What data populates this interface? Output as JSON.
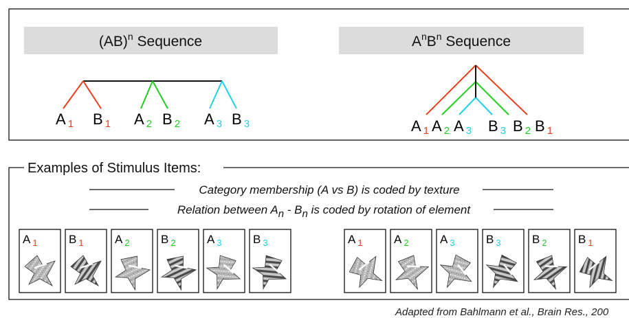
{
  "colors": {
    "red": "#e8401c",
    "green": "#22cc22",
    "cyan": "#22d0e8",
    "black": "#111111",
    "header_bg": "#dcdcdc"
  },
  "top_panel": {
    "left": {
      "title_main": "(AB)",
      "title_sup": "n",
      "title_rest": " Sequence",
      "leaves": [
        {
          "letter": "A",
          "sub": "1",
          "color": "red"
        },
        {
          "letter": "B",
          "sub": "1",
          "color": "red"
        },
        {
          "letter": "A",
          "sub": "2",
          "color": "green"
        },
        {
          "letter": "B",
          "sub": "2",
          "color": "green"
        },
        {
          "letter": "A",
          "sub": "3",
          "color": "cyan"
        },
        {
          "letter": "B",
          "sub": "3",
          "color": "cyan"
        }
      ]
    },
    "right": {
      "title_a": "A",
      "title_sup1": "n",
      "title_b": "B",
      "title_sup2": "n",
      "title_rest": " Sequence",
      "leaves": [
        {
          "letter": "A",
          "sub": "1",
          "color": "red"
        },
        {
          "letter": "A",
          "sub": "2",
          "color": "green"
        },
        {
          "letter": "A",
          "sub": "3",
          "color": "cyan"
        },
        {
          "letter": "B",
          "sub": "3",
          "color": "cyan"
        },
        {
          "letter": "B",
          "sub": "2",
          "color": "green"
        },
        {
          "letter": "B",
          "sub": "1",
          "color": "red"
        }
      ]
    }
  },
  "bottom_panel": {
    "title": "Examples of Stimulus Items:",
    "line1": "Category membership (A vs B) is coded by texture",
    "line2_pre": "Relation between A",
    "line2_sub1": "n",
    "line2_mid": " - B",
    "line2_sub2": "n",
    "line2_post": " is coded by rotation of element",
    "cards_left": [
      {
        "letter": "A",
        "sub": "1",
        "color": "red",
        "texture": "dotted",
        "rotation": 0
      },
      {
        "letter": "B",
        "sub": "1",
        "color": "red",
        "texture": "striped",
        "rotation": 0
      },
      {
        "letter": "A",
        "sub": "2",
        "color": "green",
        "texture": "dotted",
        "rotation": 30
      },
      {
        "letter": "B",
        "sub": "2",
        "color": "green",
        "texture": "striped",
        "rotation": 30
      },
      {
        "letter": "A",
        "sub": "3",
        "color": "cyan",
        "texture": "dotted",
        "rotation": 60
      },
      {
        "letter": "B",
        "sub": "3",
        "color": "cyan",
        "texture": "striped",
        "rotation": 60
      }
    ],
    "cards_right": [
      {
        "letter": "A",
        "sub": "1",
        "color": "red",
        "texture": "dotted",
        "rotation": -20
      },
      {
        "letter": "A",
        "sub": "2",
        "color": "green",
        "texture": "dotted",
        "rotation": 20
      },
      {
        "letter": "A",
        "sub": "3",
        "color": "cyan",
        "texture": "dotted",
        "rotation": 70
      },
      {
        "letter": "B",
        "sub": "3",
        "color": "cyan",
        "texture": "striped",
        "rotation": 70
      },
      {
        "letter": "B",
        "sub": "2",
        "color": "green",
        "texture": "striped",
        "rotation": 20
      },
      {
        "letter": "B",
        "sub": "1",
        "color": "red",
        "texture": "striped",
        "rotation": -20
      }
    ]
  },
  "credit": "Adapted from Bahlmann et al., Brain Res., 200"
}
